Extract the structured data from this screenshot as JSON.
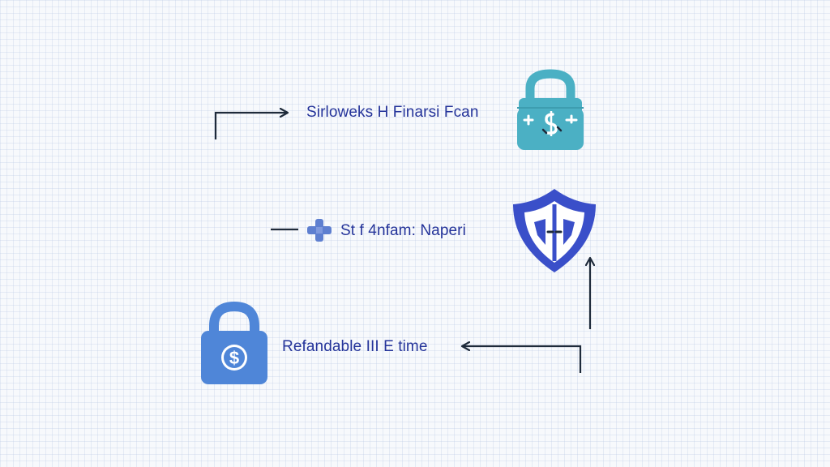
{
  "steps": [
    {
      "label": "Sirloweks H Finarsi Fcan",
      "icon": "wallet-lock-icon"
    },
    {
      "label": "St f 4nfam: Naperi",
      "icon": "shield-icon"
    },
    {
      "label": "Refandable III E time",
      "icon": "padlock-dollar-icon"
    }
  ],
  "colors": {
    "text": "#25349a",
    "arrow": "#1e2a3a",
    "teal": "#4bb0c4",
    "shield": "#3a4fc9",
    "padlock": "#4f86d8",
    "plus": "#5e7fd0"
  }
}
